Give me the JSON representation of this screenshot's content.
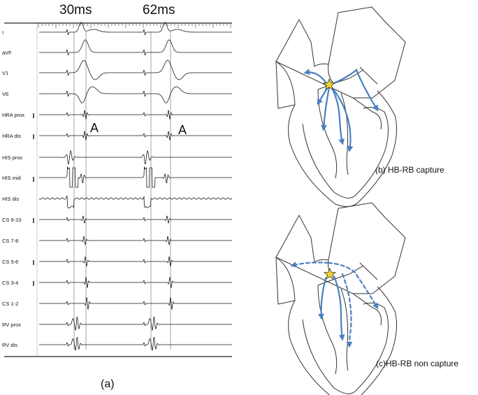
{
  "panel_a": {
    "interval_labels": [
      "30ms",
      "62ms"
    ],
    "channels": [
      "I",
      "aVF",
      "V1",
      "V6",
      "HRA prox",
      "HRA dis",
      "HIS prox",
      "HIS mid",
      "HIS dis",
      "CS 9-10",
      "CS 7-8",
      "CS 5-6",
      "CS 3-4",
      "CS 1-2",
      "RV prox",
      "RV dis"
    ],
    "atrial_marker": "A",
    "caption": "(a)"
  },
  "panel_b": {
    "caption": "(b) HB-RB capture"
  },
  "panel_c": {
    "caption": "(c)HB-RB non capture"
  },
  "colors": {
    "conduction_arrow": "#4a7fc1",
    "pacing_star": "#f5d62a",
    "trace": "#1a1a1a"
  }
}
